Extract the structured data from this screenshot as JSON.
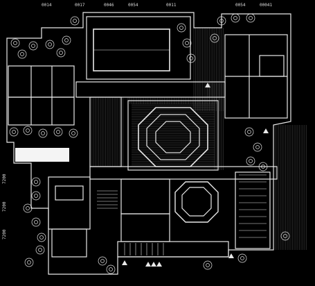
{
  "drawing": {
    "background": "#000000",
    "line_color": "#e8e8e8",
    "dim_labels_top": [
      "0014",
      "0017",
      "0046",
      "0054",
      "0011",
      "0054",
      "00041"
    ],
    "dim_labels_left": [
      "7200",
      "7200",
      "7200"
    ]
  },
  "legend": {}
}
